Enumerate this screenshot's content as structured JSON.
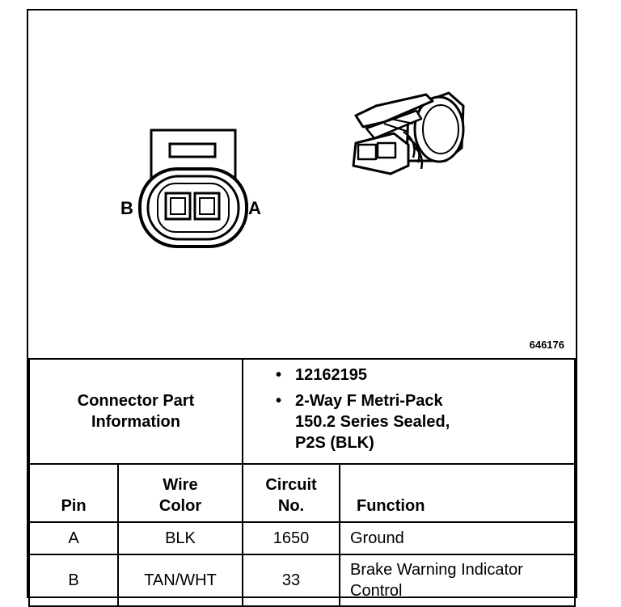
{
  "figure": {
    "id": "646176",
    "pin_labels": {
      "left": "B",
      "right": "A"
    }
  },
  "connector_part_information": {
    "label_line1": "Connector Part",
    "label_line2": "Information",
    "part_number": "12162195",
    "description_line1": "2-Way F Metri-Pack",
    "description_line2": "150.2 Series Sealed,",
    "description_line3": "P2S (BLK)"
  },
  "table": {
    "headers": {
      "pin": "Pin",
      "wire_color_line1": "Wire",
      "wire_color_line2": "Color",
      "circuit_line1": "Circuit",
      "circuit_line2": "No.",
      "function": "Function"
    },
    "rows": [
      {
        "pin": "A",
        "wire_color": "BLK",
        "circuit": "1650",
        "function_line1": "Ground",
        "function_line2": ""
      },
      {
        "pin": "B",
        "wire_color": "TAN/WHT",
        "circuit": "33",
        "function_line1": "Brake Warning Indicator",
        "function_line2": "Control"
      }
    ]
  }
}
